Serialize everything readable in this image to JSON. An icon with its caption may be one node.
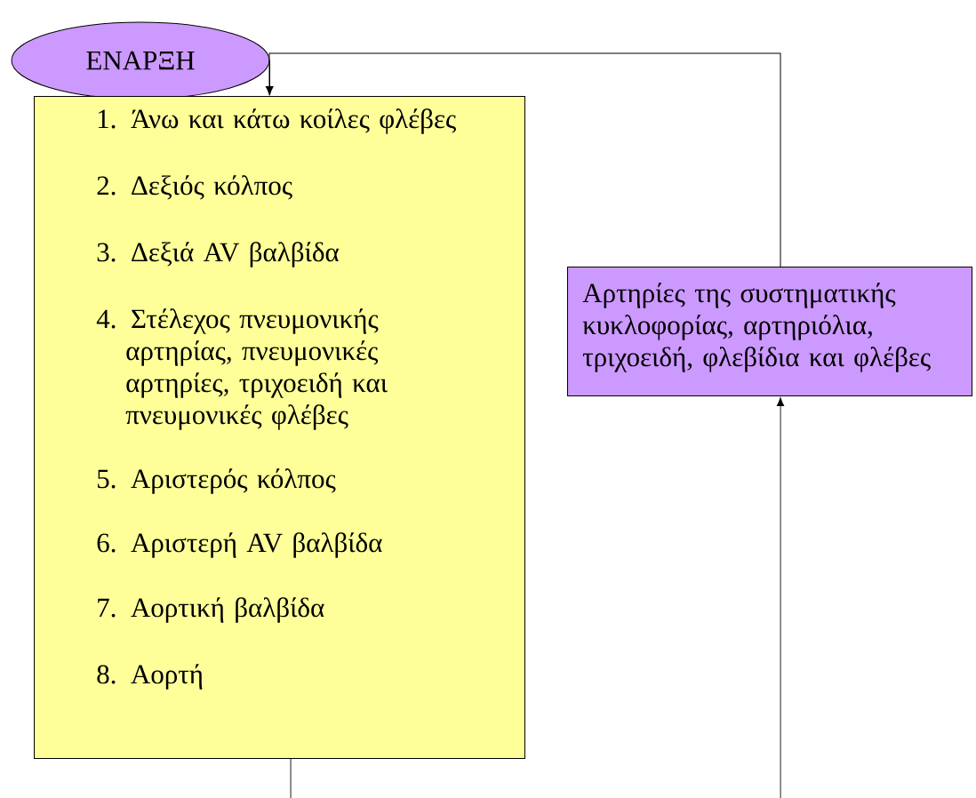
{
  "diagram": {
    "nodes": [
      {
        "text": [
          "ΕΝΑΡΞΗ"
        ]
      },
      {
        "text": [
          "1. Άνω και κάτω κοίλες φλέβες",
          "2. Δεξιός κόλπος",
          "3. Δεξιά AV βαλβίδα",
          "4. Στέλεχος πνευμονικής αρτηρίας, πνευμονικές αρτηρίες, τριχοειδή και πνευμονικές φλέβες",
          "5. Αριστερός κόλπος",
          "6. Αριστερή AV βαλβίδα",
          "7. Αορτική βαλβίδα",
          "8. Αορτή"
        ]
      },
      {
        "text": [
          "Αρτηρίες της συστηματικής κυκλοφορίας, αρτηριόλια, τριχοειδή, φλεβίδια και φλέβες"
        ]
      }
    ],
    "edges": [
      {
        "from": 0,
        "to": 1,
        "arrow": "to"
      },
      {
        "from": 2,
        "to": 1,
        "arrow": "to"
      },
      {
        "from": 1,
        "to": null,
        "arrow": "none"
      },
      {
        "from": null,
        "to": 2,
        "arrow": "to"
      }
    ]
  }
}
